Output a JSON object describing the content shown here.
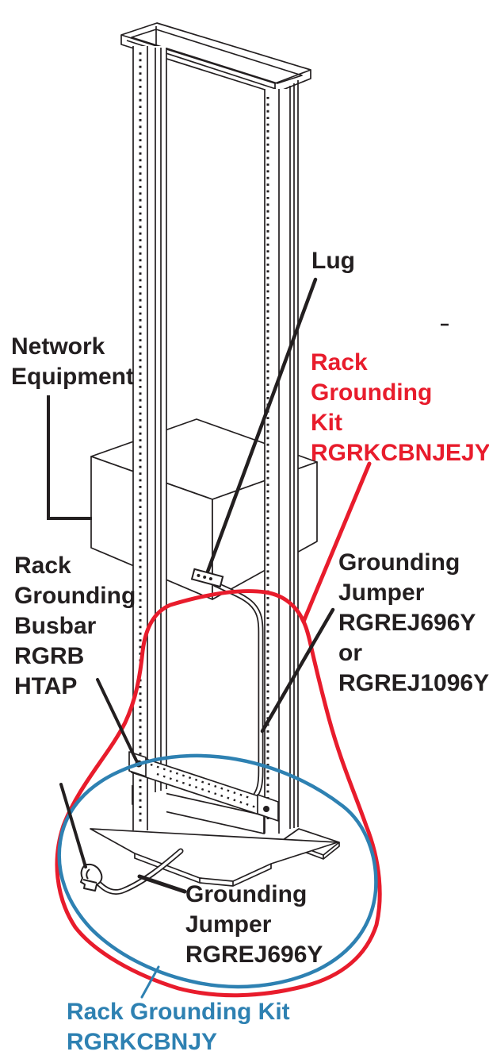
{
  "title": "Rack grounding kit installation diagram",
  "colors": {
    "line": "#231f20",
    "red": "#e81c2c",
    "blue": "#2e81b2",
    "background": "#ffffff"
  },
  "labels": {
    "lug": {
      "text": "Lug"
    },
    "network_equipment": {
      "lines": [
        "Network",
        "Equipment"
      ]
    },
    "rack_grounding_kit_red": {
      "lines": [
        "Rack",
        "Grounding",
        "Kit",
        "RGRKCBNJEJY"
      ]
    },
    "rack_grounding_busbar": {
      "lines": [
        "Rack",
        "Grounding",
        "Busbar",
        "RGRB"
      ]
    },
    "htap": {
      "text": "HTAP"
    },
    "grounding_jumper_right": {
      "lines": [
        "Grounding",
        "Jumper",
        "RGREJ696Y",
        "or",
        "RGREJ1096Y"
      ]
    },
    "grounding_jumper_bottom": {
      "lines": [
        "Grounding",
        "Jumper",
        "RGREJ696Y"
      ]
    },
    "rack_grounding_kit_blue": {
      "lines": [
        "Rack Grounding Kit",
        "RGRKCBNJY"
      ]
    }
  }
}
